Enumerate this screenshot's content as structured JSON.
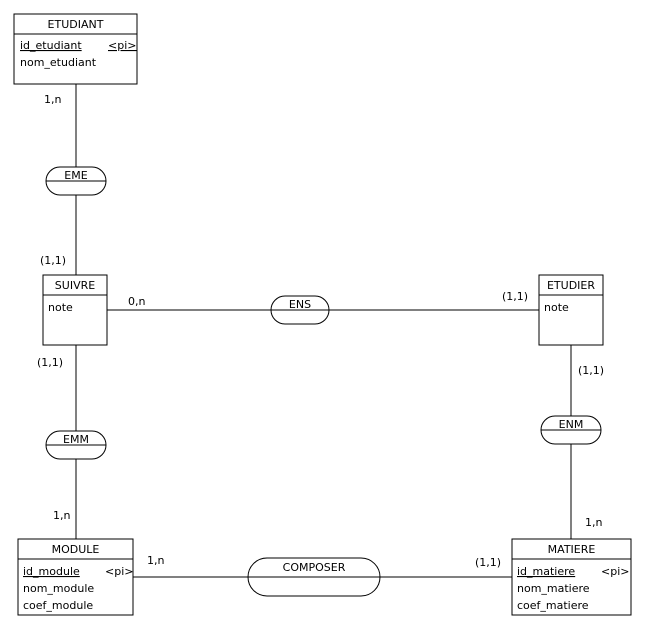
{
  "entities": {
    "etudiant": {
      "name": "ETUDIANT",
      "attributes": [
        {
          "label": "id_etudiant",
          "tag": "<pi>"
        },
        {
          "label": "nom_etudiant",
          "tag": ""
        }
      ]
    },
    "suivre": {
      "name": "SUIVRE",
      "attributes": [
        {
          "label": "note",
          "tag": ""
        }
      ]
    },
    "etudier": {
      "name": "ETUDIER",
      "attributes": [
        {
          "label": "note",
          "tag": ""
        }
      ]
    },
    "module": {
      "name": "MODULE",
      "attributes": [
        {
          "label": "id_module",
          "tag": "<pi>"
        },
        {
          "label": "nom_module",
          "tag": ""
        },
        {
          "label": "coef_module",
          "tag": ""
        }
      ]
    },
    "matiere": {
      "name": "MATIERE",
      "attributes": [
        {
          "label": "id_matiere",
          "tag": "<pi>"
        },
        {
          "label": "nom_matiere",
          "tag": ""
        },
        {
          "label": "coef_matiere",
          "tag": ""
        }
      ]
    }
  },
  "relations": {
    "eme": "EME",
    "ens": "ENS",
    "emm": "EMM",
    "enm": "ENM",
    "composer": "COMPOSER"
  },
  "cardinalities": {
    "etudiant_eme": "1,n",
    "suivre_eme": "(1,1)",
    "suivre_ens": "0,n",
    "etudier_ens": "(1,1)",
    "suivre_emm": "(1,1)",
    "module_emm": "1,n",
    "etudier_enm": "(1,1)",
    "matiere_enm": "1,n",
    "module_composer": "1,n",
    "matiere_composer": "(1,1)"
  }
}
